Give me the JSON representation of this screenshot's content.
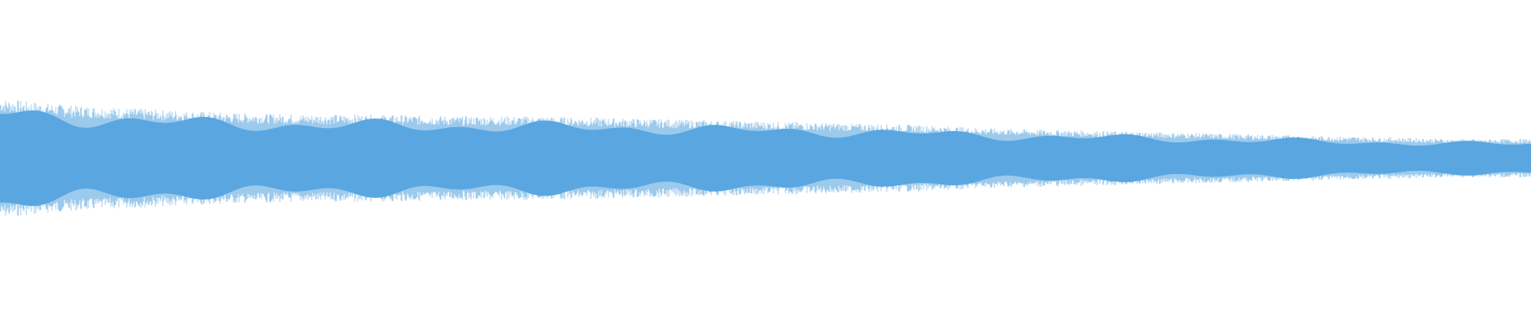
{
  "waveform": {
    "color": "#5aa7e0",
    "background": "#ffffff",
    "envelope": [
      0.34,
      0.3,
      0.28,
      0.26,
      0.25,
      0.25,
      0.24,
      0.24,
      0.23,
      0.22,
      0.21,
      0.2,
      0.19,
      0.17,
      0.16,
      0.15,
      0.14,
      0.13,
      0.12,
      0.11,
      0.11
    ]
  }
}
